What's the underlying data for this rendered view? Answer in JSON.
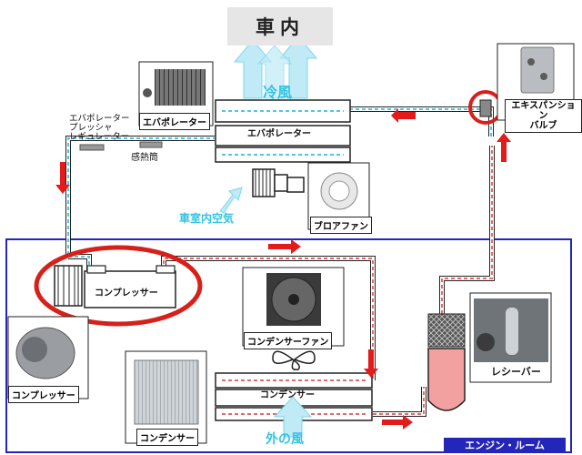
{
  "title": "車内",
  "labels": {
    "cold_air": "冷風",
    "cabin_air": "車室内空気",
    "outside_air": "外の風",
    "evaporator_inline": "エバポレーター",
    "evaporator_photo": "エバポレーター",
    "epr": "エバポレーター\nプレッシャ\nレギュレーター",
    "sensing_tube": "感熱筒",
    "blower_fan": "ブロアファン",
    "expansion_valve": "エキスパンション\nバルブ",
    "compressor_inline": "コンプレッサー",
    "compressor_photo": "コンプレッサー",
    "condenser_fan": "コンデンサーファン",
    "condenser_inline": "コンデンサー",
    "condenser_photo": "コンデンサー",
    "receiver": "レシーバー",
    "engine_room": "エンジン・ルーム"
  },
  "colors": {
    "cold_line": "#4ec7e6",
    "hot_line": "#e36a6a",
    "arrow_red": "#e31b1b",
    "highlight_ring": "#d8201a",
    "engine_frame": "#2326b8",
    "air_flow": "#7fd6ee",
    "receiver_fill": "#f3a0a0"
  }
}
